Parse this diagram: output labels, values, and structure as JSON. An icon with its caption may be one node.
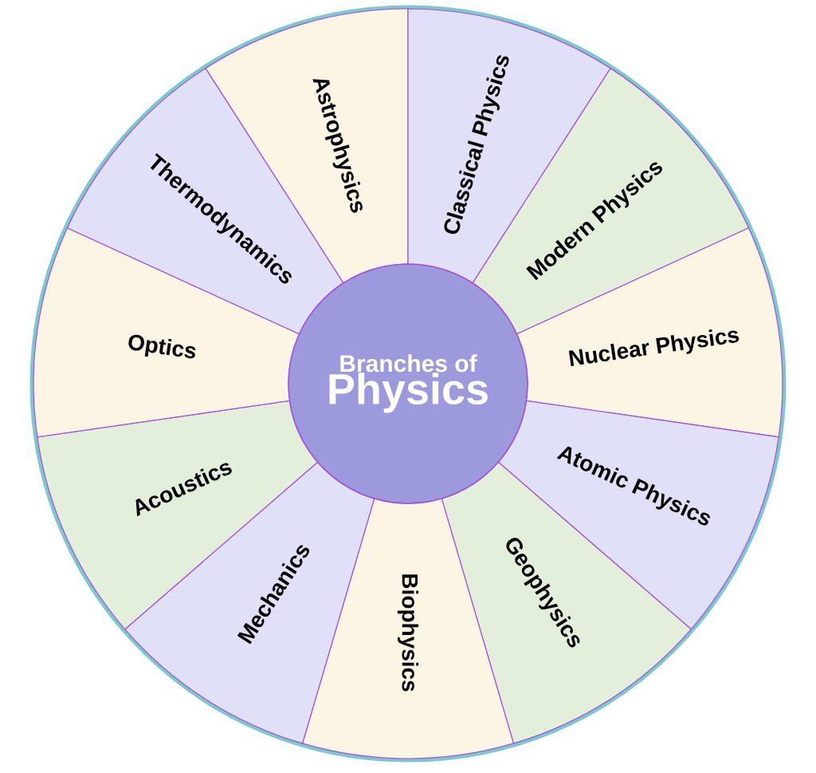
{
  "diagram": {
    "nodes": [
      {
        "text": [
          "Branches of",
          "Physics"
        ]
      },
      {
        "text": [
          "Astrophysics"
        ]
      },
      {
        "text": [
          "Classical Physics"
        ]
      },
      {
        "text": [
          "Modern Physics"
        ]
      },
      {
        "text": [
          "Nuclear Physics"
        ]
      },
      {
        "text": [
          "Atomic Physics"
        ]
      },
      {
        "text": [
          "Geophysics"
        ]
      },
      {
        "text": [
          "Biophysics"
        ]
      },
      {
        "text": [
          "Mechanics"
        ]
      },
      {
        "text": [
          "Acoustics"
        ]
      },
      {
        "text": [
          "Optics"
        ]
      },
      {
        "text": [
          "Thermodynamics"
        ]
      }
    ]
  }
}
